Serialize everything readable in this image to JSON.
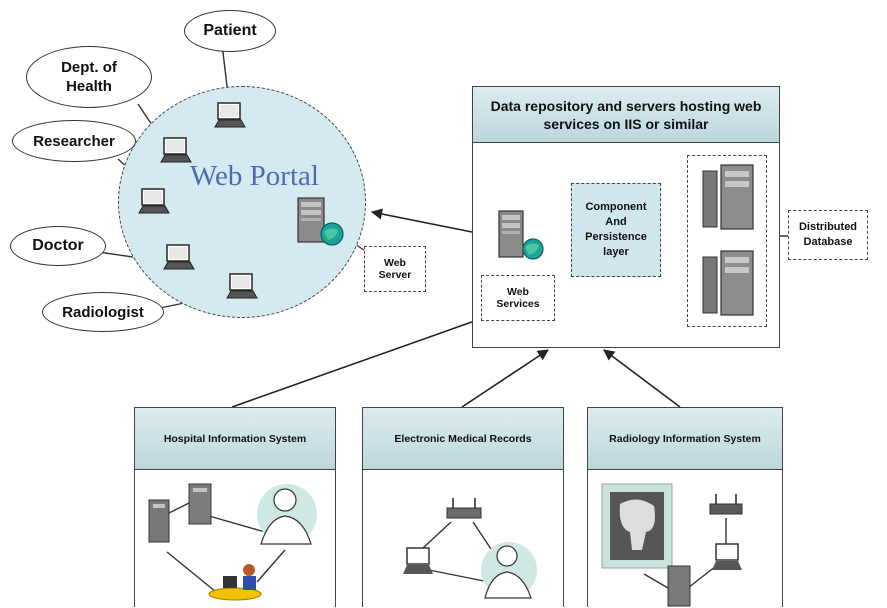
{
  "portal": {
    "title": "Web Portal",
    "users": [
      "Patient",
      "Dept. of Health",
      "Researcher",
      "Doctor",
      "Radiologist"
    ],
    "web_server": "Web Server"
  },
  "repository": {
    "title": "Data repository and servers hosting web services on IIS or similar",
    "web_services": "Web Services",
    "persistence": "Component And Persistence layer",
    "distributed_db": "Distributed Database"
  },
  "systems": [
    {
      "title": "Hospital Information System"
    },
    {
      "title": "Electronic Medical Records"
    },
    {
      "title": "Radiology Information System"
    }
  ],
  "colors": {
    "portal_fill": "#d5eaf0",
    "header_fill": "#c6dde1",
    "layer_fill": "#cfe7ec",
    "globe": "#1aa39a"
  }
}
